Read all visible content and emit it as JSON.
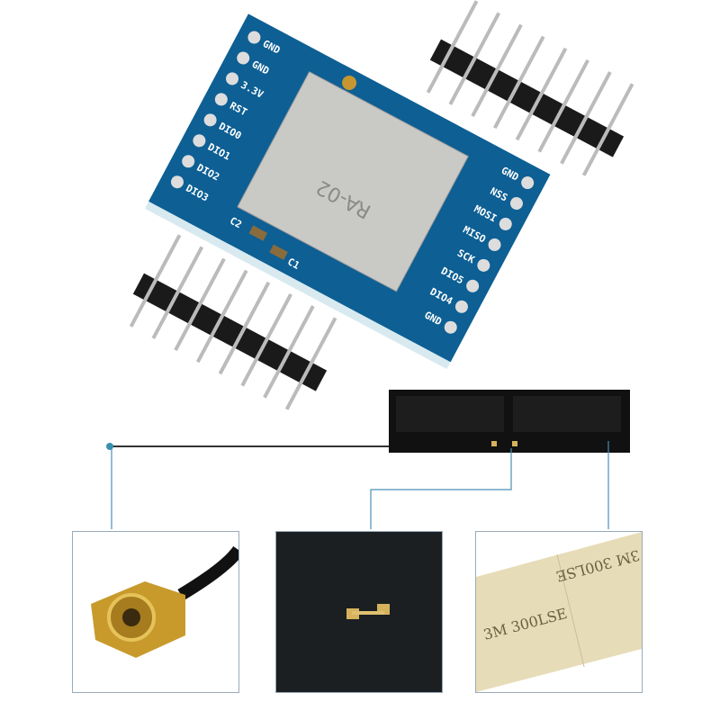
{
  "board": {
    "left_pins": [
      "GND",
      "GND",
      "3.3V",
      "RST",
      "DIO0",
      "DIO1",
      "DIO2",
      "DIO3"
    ],
    "right_pins": [
      "GND",
      "NSS",
      "MOSI",
      "MISO",
      "SCK",
      "DIO5",
      "DIO4",
      "GND"
    ],
    "capacitors": [
      "C2",
      "C1"
    ],
    "module_marking": "RA-02",
    "colors": {
      "pcb": "#0d5f94",
      "shield": "#c9c9c6",
      "pin_header": "#1a1a1a"
    }
  },
  "tape": {
    "text": "3M 300LSE"
  }
}
